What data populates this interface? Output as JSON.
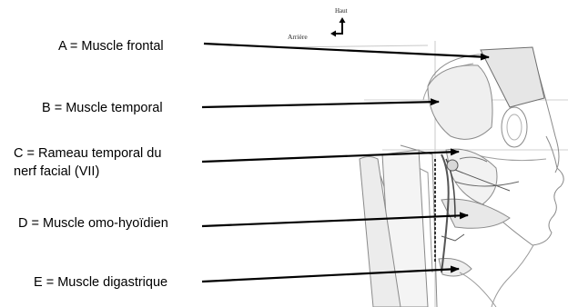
{
  "orientation": {
    "up_label": "Haut",
    "back_label": "Arrière"
  },
  "labels": {
    "a": "A = Muscle frontal",
    "b": "B = Muscle temporal",
    "c_line1": "C = Rameau temporal du",
    "c_line2": "nerf facial (VII)",
    "d": "D = Muscle omo-hyoïdien",
    "e": "E = Muscle digastrique"
  },
  "colors": {
    "text": "#000000",
    "arrow": "#000000",
    "sketch": "#7a7a7a"
  },
  "icons": {
    "orientation": "bent-arrow-up-left-icon"
  }
}
